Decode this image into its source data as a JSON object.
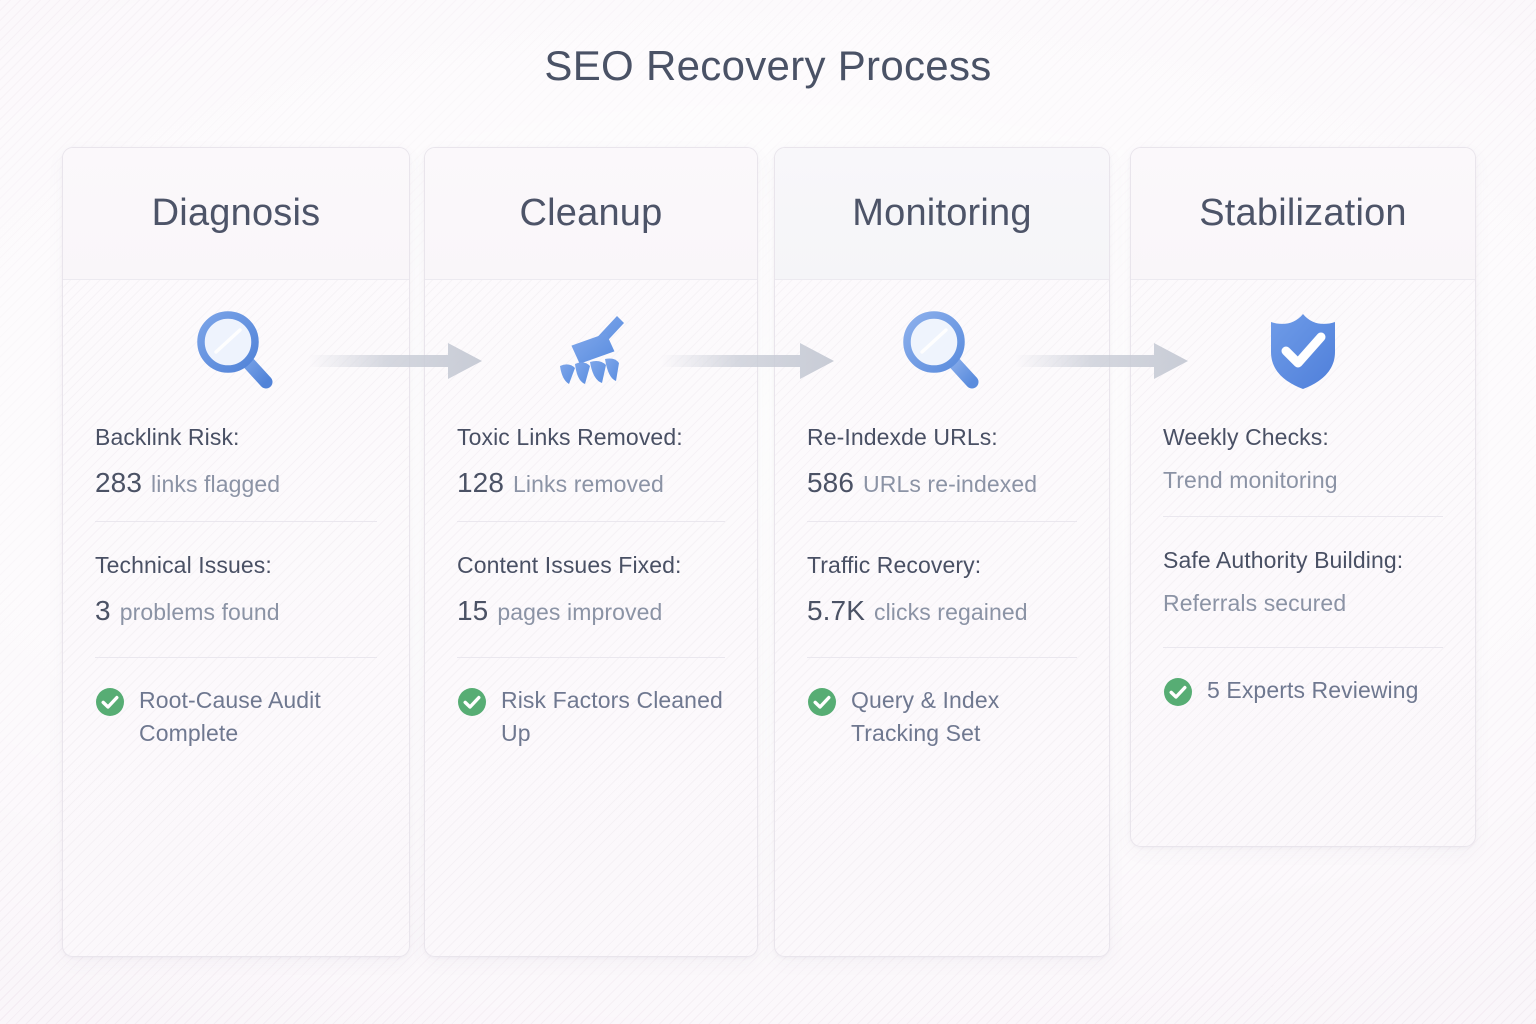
{
  "page": {
    "title": "SEO Recovery Process",
    "background_color": "#faf6fa",
    "title_color": "#4a5266",
    "accent_blue": "#5b8fe0",
    "check_green": "#57ad74",
    "arrow_color": "#c8ccd6"
  },
  "cards": [
    {
      "title": "Diagnosis",
      "icon": "magnifier-icon",
      "metrics": [
        {
          "label": "Backlink Risk:",
          "number": "283",
          "unit": "links flagged"
        },
        {
          "label": "Technical Issues:",
          "number": "3",
          "unit": "problems found"
        }
      ],
      "footer": {
        "icon": "check-circle-icon",
        "text": "Root-Cause Audit Complete"
      }
    },
    {
      "title": "Cleanup",
      "icon": "broom-icon",
      "metrics": [
        {
          "label": "Toxic Links Removed:",
          "number": "128",
          "unit": "Links removed"
        },
        {
          "label": "Content Issues Fixed:",
          "number": "15",
          "unit": "pages improved"
        }
      ],
      "footer": {
        "icon": "check-circle-icon",
        "text": "Risk Factors Cleaned Up"
      }
    },
    {
      "title": "Monitoring",
      "icon": "magnifier-icon",
      "metrics": [
        {
          "label": "Re-Indexde URLs:",
          "number": "586",
          "unit": "URLs re-indexed"
        },
        {
          "label": "Traffic Recovery:",
          "number": "5.7K",
          "unit": "clicks regained"
        }
      ],
      "footer": {
        "icon": "check-circle-icon",
        "text": "Query & Index Tracking Set"
      }
    },
    {
      "title": "Stabilization",
      "icon": "shield-check-icon",
      "metrics": [
        {
          "label": "Weekly Checks:",
          "number": "",
          "unit": "Trend monitoring"
        },
        {
          "label": "Safe Authority Building:",
          "number": "",
          "unit": "Referrals secured"
        }
      ],
      "footer": {
        "icon": "check-circle-icon",
        "text": "5 Experts Reviewing"
      }
    }
  ],
  "connectors": [
    {
      "name": "arrow-diagnosis-to-cleanup"
    },
    {
      "name": "arrow-cleanup-to-monitoring"
    },
    {
      "name": "arrow-monitoring-to-stabilization"
    }
  ]
}
